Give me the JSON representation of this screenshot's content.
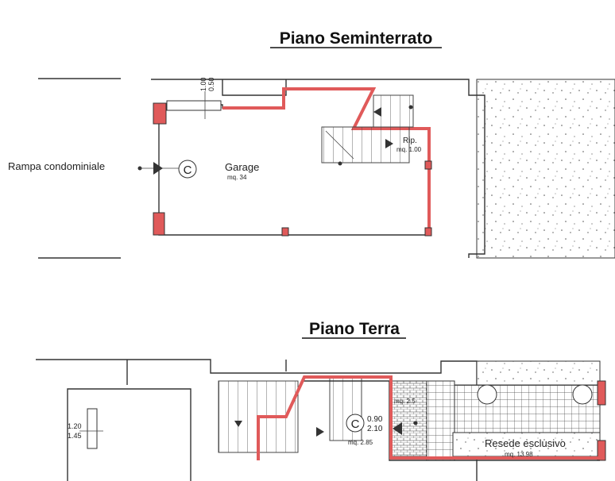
{
  "basement": {
    "title": "Piano Seminterrato",
    "ramp_label": "Rampa condominiale",
    "garage_label": "Garage",
    "garage_area": "mq. 34",
    "window_dim_1": "1.00",
    "window_dim_2": "0.50",
    "storage_label": "Rip.",
    "storage_area": "mq. 1.00",
    "common_symbol": "C"
  },
  "ground": {
    "title": "Piano Terra",
    "window_dim_1": "1.20",
    "window_dim_2": "1.45",
    "door_dim_1": "0.90",
    "door_dim_2": "2.10",
    "common_symbol": "C",
    "entry_area": "mq. 2.5",
    "hall_area": "mq. 2.85",
    "yard_label": "Resede esclusivo",
    "yard_area": "mq. 13.98"
  },
  "colors": {
    "highlight": "#e05a5a",
    "line": "#333333"
  }
}
